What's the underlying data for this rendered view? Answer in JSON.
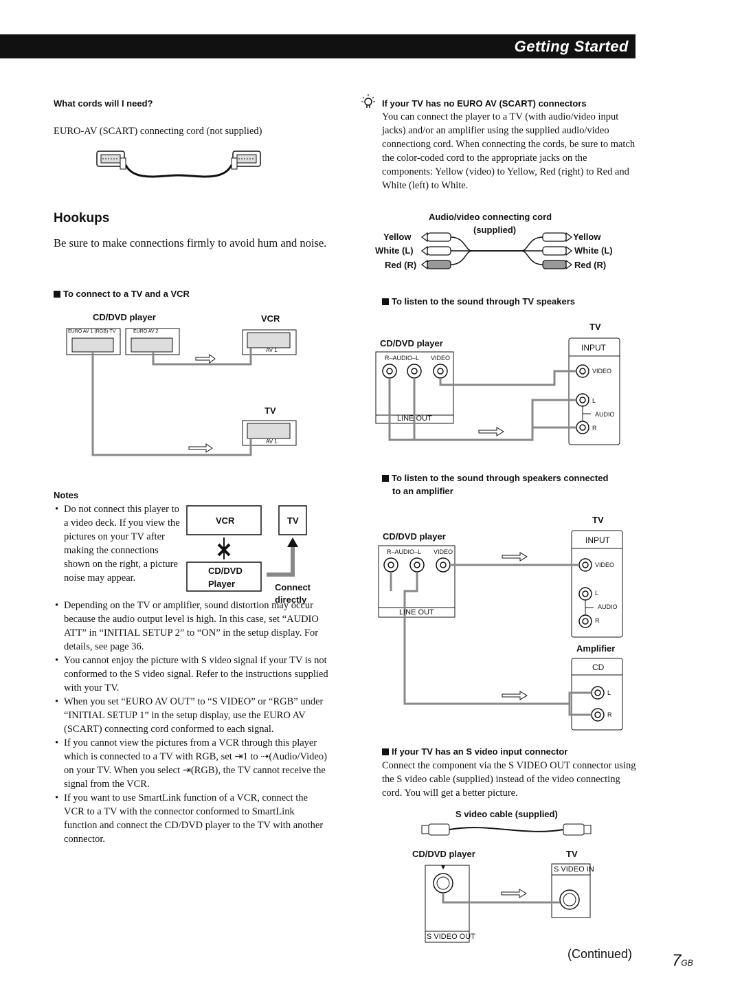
{
  "header": {
    "title": "Getting Started"
  },
  "cords": {
    "heading": "What cords will I need?",
    "text": "EURO-AV (SCART) connecting cord (not supplied)"
  },
  "hookups": {
    "heading": "Hookups",
    "intro": "Be sure to make connections firmly to avoid hum and noise.",
    "tv_vcr_heading": "To connect to a TV and a VCR",
    "cd_dvd_player": "CD/DVD player",
    "euro_av1": "EURO AV 1 (RGB)-TV",
    "euro_av2": "EURO AV 2",
    "vcr": "VCR",
    "tv": "TV",
    "av1": "AV 1"
  },
  "notes": {
    "heading": "Notes",
    "items": [
      "Do not connect this player to a video deck. If you view the pictures on your TV after making the connections shown on the right, a picture noise may appear.",
      "Depending on the TV or amplifier, sound distortion may occur because the audio output level is high.  In this case, set “AUDIO ATT” in “INITIAL SETUP 2” to “ON” in the setup display.  For details, see page 36.",
      "You cannot enjoy the picture with S video signal if your TV is not conformed to the S video signal.  Refer to the instructions supplied with your TV.",
      "When you set “EURO AV OUT” to “S VIDEO” or “RGB” under “INITIAL SETUP 1” in the setup display, use the EURO AV (SCART) connecting cord conformed to each signal.",
      "If you cannot view the pictures from a VCR through this player which is connected to a TV with RGB, set ⇥1 to ⇢(Audio/Video) on your TV.  When you select ⇥(RGB), the TV cannot receive the signal from the VCR.",
      "If you want to use SmartLink function of a VCR, connect the VCR to a TV with the connector conformed to SmartLink function and connect the CD/DVD player to the TV with another connector."
    ],
    "diagram": {
      "vcr": "VCR",
      "tv": "TV",
      "cd_dvd": "CD/DVD",
      "player": "Player",
      "connect": "Connect",
      "directly": "directly"
    }
  },
  "no_euro": {
    "heading": "If your TV has no EURO AV (SCART) connectors",
    "text": "You can connect the player to a TV (with audio/video input jacks) and/or an amplifier using the supplied audio/video connectiong cord.  When connecting the cords, be sure to match the color-coded cord to the appropriate jacks on the components: Yellow (video) to Yellow, Red (right) to Red and White (left) to White.",
    "cord_title": "Audio/video connecting cord",
    "cord_supplied": "(supplied)",
    "yellow": "Yellow",
    "white": "White (L)",
    "red": "Red (R)"
  },
  "tv_speakers": {
    "heading": "To listen to the sound through TV speakers",
    "cd_dvd_player": "CD/DVD player",
    "tv": "TV",
    "input": "INPUT",
    "audio_jacks": "R–AUDIO–L",
    "video": "VIDEO",
    "line_out": "LINE OUT",
    "l": "L",
    "audio": "AUDIO",
    "r": "R"
  },
  "amp_speakers": {
    "heading_1": "To listen to the sound through speakers connected",
    "heading_2": "to an amplifier",
    "cd_dvd_player": "CD/DVD player",
    "tv": "TV",
    "input": "INPUT",
    "audio_jacks": "R–AUDIO–L",
    "video": "VIDEO",
    "line_out": "LINE OUT",
    "l": "L",
    "audio": "AUDIO",
    "r": "R",
    "amplifier": "Amplifier",
    "cd": "CD"
  },
  "svideo": {
    "heading": "If your TV has an S video input connector",
    "text": "Connect the component via the S VIDEO OUT connector using the S video cable (supplied) instead of the video connecting cord. You will get a better picture.",
    "cable": "S video cable (supplied)",
    "cd_dvd_player": "CD/DVD player",
    "tv": "TV",
    "s_video_in": "S VIDEO  IN",
    "s_video_out": "S VIDEO OUT"
  },
  "footer": {
    "continued": "(Continued)",
    "page": "7",
    "page_suffix": "GB"
  }
}
